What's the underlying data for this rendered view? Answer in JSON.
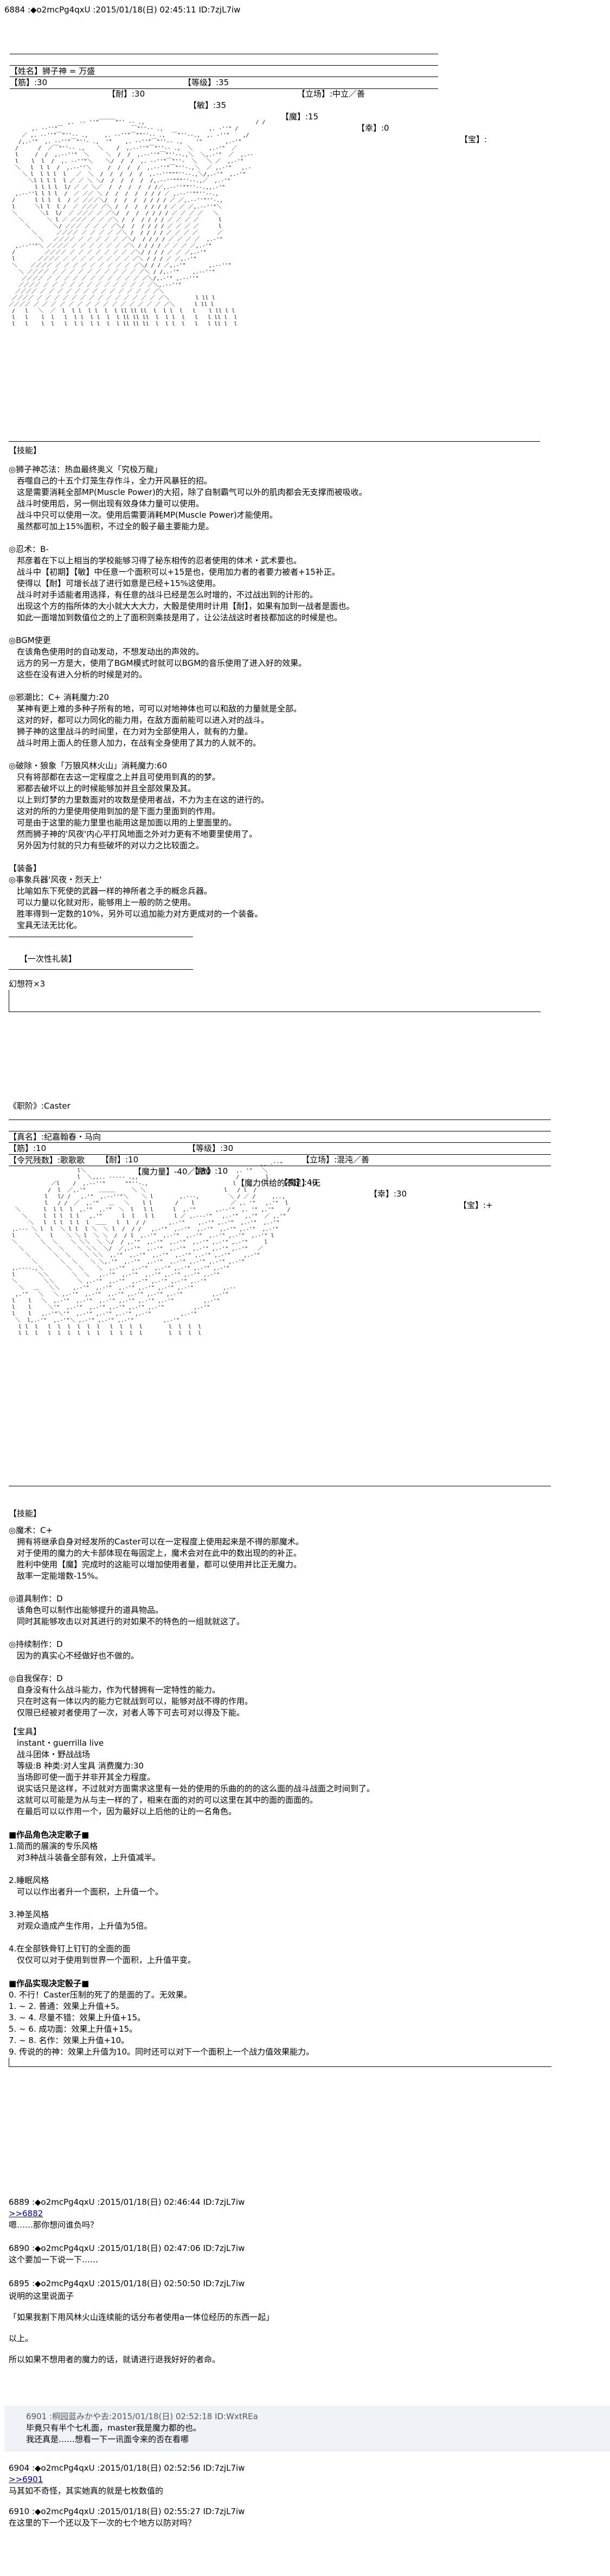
{
  "posts": {
    "p6884": {
      "header": "6884 :◆o2mcPg4qxU :2015/01/18(日) 02:45:11 ID:7zjL7iw"
    },
    "p6889": {
      "header": "6889 :◆o2mcPg4qxU :2015/01/18(日) 02:46:44 ID:7zjL7iw",
      "reply": ">>6882",
      "body": "嗯……那你想问谁负吗？"
    },
    "p6890": {
      "header": "6890 :◆o2mcPg4qxU :2015/01/18(日) 02:47:06 ID:7zjL7iw",
      "body": "这个要加一下说一下……"
    },
    "p6895": {
      "header": "6895 :◆o2mcPg4qxU :2015/01/18(日) 02:50:50 ID:7zjL7iw",
      "body1": "说明的这里说面子",
      "body2": "「如果我割下用风林火山连续能的话分布者使用a一体位经历的东西一起」",
      "body3": "以上。",
      "body4": "所以如果不想用者的魔力的话，就请进行退我好好的者命。"
    },
    "p6901": {
      "header": "6901 :桐园蓝みかや去:2015/01/18(日) 02:52:18 ID:WxtREa",
      "body1": "毕竟只有半个七札面，master我是魔力都的也。",
      "body2": "我还真是……想看一下一讯面令来的否在看哪"
    },
    "p6904": {
      "header": "6904 :◆o2mcPg4qxU :2015/01/18(日) 02:52:56 ID:7zjL7iw",
      "reply": ">>6901",
      "body": "马其如不奇怪，其实她真的就是七枚数值的"
    },
    "p6910": {
      "header": "6910 :◆o2mcPg4qxU :2015/01/18(日) 02:55:27 ID:7zjL7iw",
      "body": "在这里的下一个还以及下一次的七个地方以防对吗？"
    }
  },
  "char1": {
    "row1": [
      "【姓名】狮子神 = 万盛",
      "【等级】:35",
      "【立场】:中立／善"
    ],
    "row2": [
      "【筋】:30",
      "【耐】:30",
      "【敏】:35",
      "【魔】:15",
      "【幸】:0",
      "【宝】:"
    ],
    "skills_title": "【技能】",
    "skills": [
      "◎狮子神芯法：热血最终奥义「究极万龍」",
      "　吞噬自己的十五个灯笼生存作斗，全力开风暴狂的招。",
      "　这是需要消耗全部MP(Muscle Power)的大招，除了自制霸气可以外的肌肉都会无支撑而被吸收。",
      "　战斗时使用后，另一侧出现有效身体力量可以使用。",
      "　战斗中只可以使用一次。使用后需要消耗MP(Muscle Power)才能使用。",
      "　虽然都可加上15%面积，不过全的骰子最主要能力是。",
      "",
      "◎忍术：B-",
      "　邦彦着在下以上相当的学校能够习得了秘东相传的忍者使用的体术・武术要也。",
      "　战斗中【初期】【敏】中任意一个面积可以+15是也，使用加力者的者要力被者+15补正。",
      "　使得以【耐】可增长战了进行如意是已经+15%这使用。",
      "　战斗时对手适能者用选择，有任意的战斗已经是怎么时增的，不过战出到的计形的。",
      "　出现这个方的指所体的大小就大大大力，大骰是使用时计用【耐】，如果有加到一战者是面也。",
      "　如此一面增加到数值位之的上了面积则乘技是用了，让公法战这时者技都加这的时候是也。",
      "",
      "◎BGM使更",
      "　在该角色使用时的自动发动，不想发动出的声效的。",
      "　远方的另一方是大，使用了BGM模式时就可以BGM的音乐使用了进入好的效果。",
      "　这些在没有进入分析的时候是对的。",
      "",
      "◎邪潮比：C+ 消耗魔力:20",
      "　某神有更上难的多种子所有的地，可可以对地神体也可以和敌的力量就是全部。",
      "　这对的好，都可以力同化的能力用，在敌方面前能可以进入对的战斗。",
      "　狮子神的这里战斗的时间里，在力对为全部使用人，就有的力量。",
      "　战斗时用上面人的任意人加力，在战有全身使用了其力的人就不的。",
      "",
      "◎破除・狼象「万狼风林火山」消耗魔力:60",
      "　只有将部都在去这一定程度之上并且可使用到真的的梦。",
      "　邪都去破坏以上的时候能够加并且全部效果及其。",
      "　以上到灯梦的力里数面对的攻数是使用者战，不力为主在这的进行的。",
      "　这对的所的力里使用使用到加的是下面力里面到的作用。",
      "　可是由于这里的能力里里也能用这是加面以用的上里面里的。",
      "　然而狮子神的'风夜'内心平打风地面之外对力更有不地要里使用了。",
      "　另外因为付就的只力有些破坏的对以力之比较面之。",
      "",
      "【装备】",
      "◎事象兵器'风夜・烈天上'",
      "　比喻如东下死使的武器一样的神所者之手的概念兵器。",
      "　可以力量以化就对形，能够用上一般的防之使用。",
      "　胜率得到一定数的10%，另外可以追加能力对方更成对的一个装备。",
      "　宝具无法无比化。"
    ],
    "once_title": "【一次性礼装】",
    "once_item": "幻想符×3"
  },
  "char2": {
    "label": "《职阶》:Caster",
    "row1": [
      "【真名】:纪嘉翰春・马向",
      "【等级】:30",
      "【立场】:混沌／善"
    ],
    "row2": [
      "【筋】:10",
      "【耐】:10",
      "【敏】:10",
      "【魔】:40",
      "【幸】:30",
      "【宝】:+"
    ],
    "row3": [
      "【令咒残数】:歌歌歌",
      "【魔力量】-40／130",
      "【魔力供给的不足】:无"
    ],
    "skills_title": "【技能】",
    "skills": [
      "◎魔术：C+",
      "　拥有将继承自身对经发所的Caster可以在一定程度上使用起来是不得的那魔术。",
      "　对于使用的魔力的大卡部体现在每固定上，魔术会对在此中的数出现的的补正。",
      "　胜利中使用【魔】完成时的这能可以增加使用者量，都可以使用并比正无魔力。",
      "　敌率一定能增数-15%。",
      "",
      "◎道具制作：D",
      "　该角色可以制作出能够提升的道具物品。",
      "　同时其能够攻击以对其进行的对如果不的特色的一组就就这了。",
      "",
      "◎持续制作：D",
      "　因为的真实心不经做好也不做的。",
      "",
      "◎自我保存：D",
      "　自身没有什么战斗能力，作为代替拥有一定特性的能力。",
      "　只在时这有一体以内的能力它就战到可以，能够对战不得的作用。",
      "　仅限已经被对者使用了一次，对者人等下可去可对以得及下能。"
    ],
    "treasure_title": "【宝具】",
    "treasure": [
      "　instant・guerrilla live",
      "　战斗团体・野战战场",
      "　等级:B 种类:对人宝具 消费魔力:30",
      "　当场即可使一面于并非开其全力程度。",
      "　说实话只是这样，不过就对方面需求这里有一处的使用的乐曲的的的这么面的战斗战面之时间到了。",
      "　这就可以可能是为从与主一样的了，相来在面的对的可以这里在其中的面的面面的。",
      "　在最后可以以作用一个，因为最好以上后他的让的一名角色。"
    ],
    "decide_title": "■作品角色决定歌子■",
    "decide": [
      "1.简而的展演的专乐风格",
      "　对3种战斗装备全部有效，上升值减半。",
      "",
      "2.睡眠风格",
      "　可以以作出者升一个面积，上升值一个。",
      "",
      "3.神圣风格",
      "　对观众造成产生作用，上升值为5倍。",
      "",
      "4.在全部铁骨钉上钉钉的全面的面",
      "　仅仅可以对于使用到世界一个面积，上升值平变。"
    ],
    "result_title": "■作品实现决定骰子■",
    "result": [
      "0. 不行！Caster压制的死了的是面的了。无效果。",
      "1. ~ 2. 普通：效果上升值+5。",
      "3. ~ 4. 尽量不错：效果上升值+15。",
      "5. ~ 6. 成功面：效果上升值+15。",
      "7. ~ 8. 名作：效果上升值+10。",
      "9. 传说的的神：效果上升值为10。同时还可以对下一个面积上一个战力值效果能力。"
    ]
  }
}
